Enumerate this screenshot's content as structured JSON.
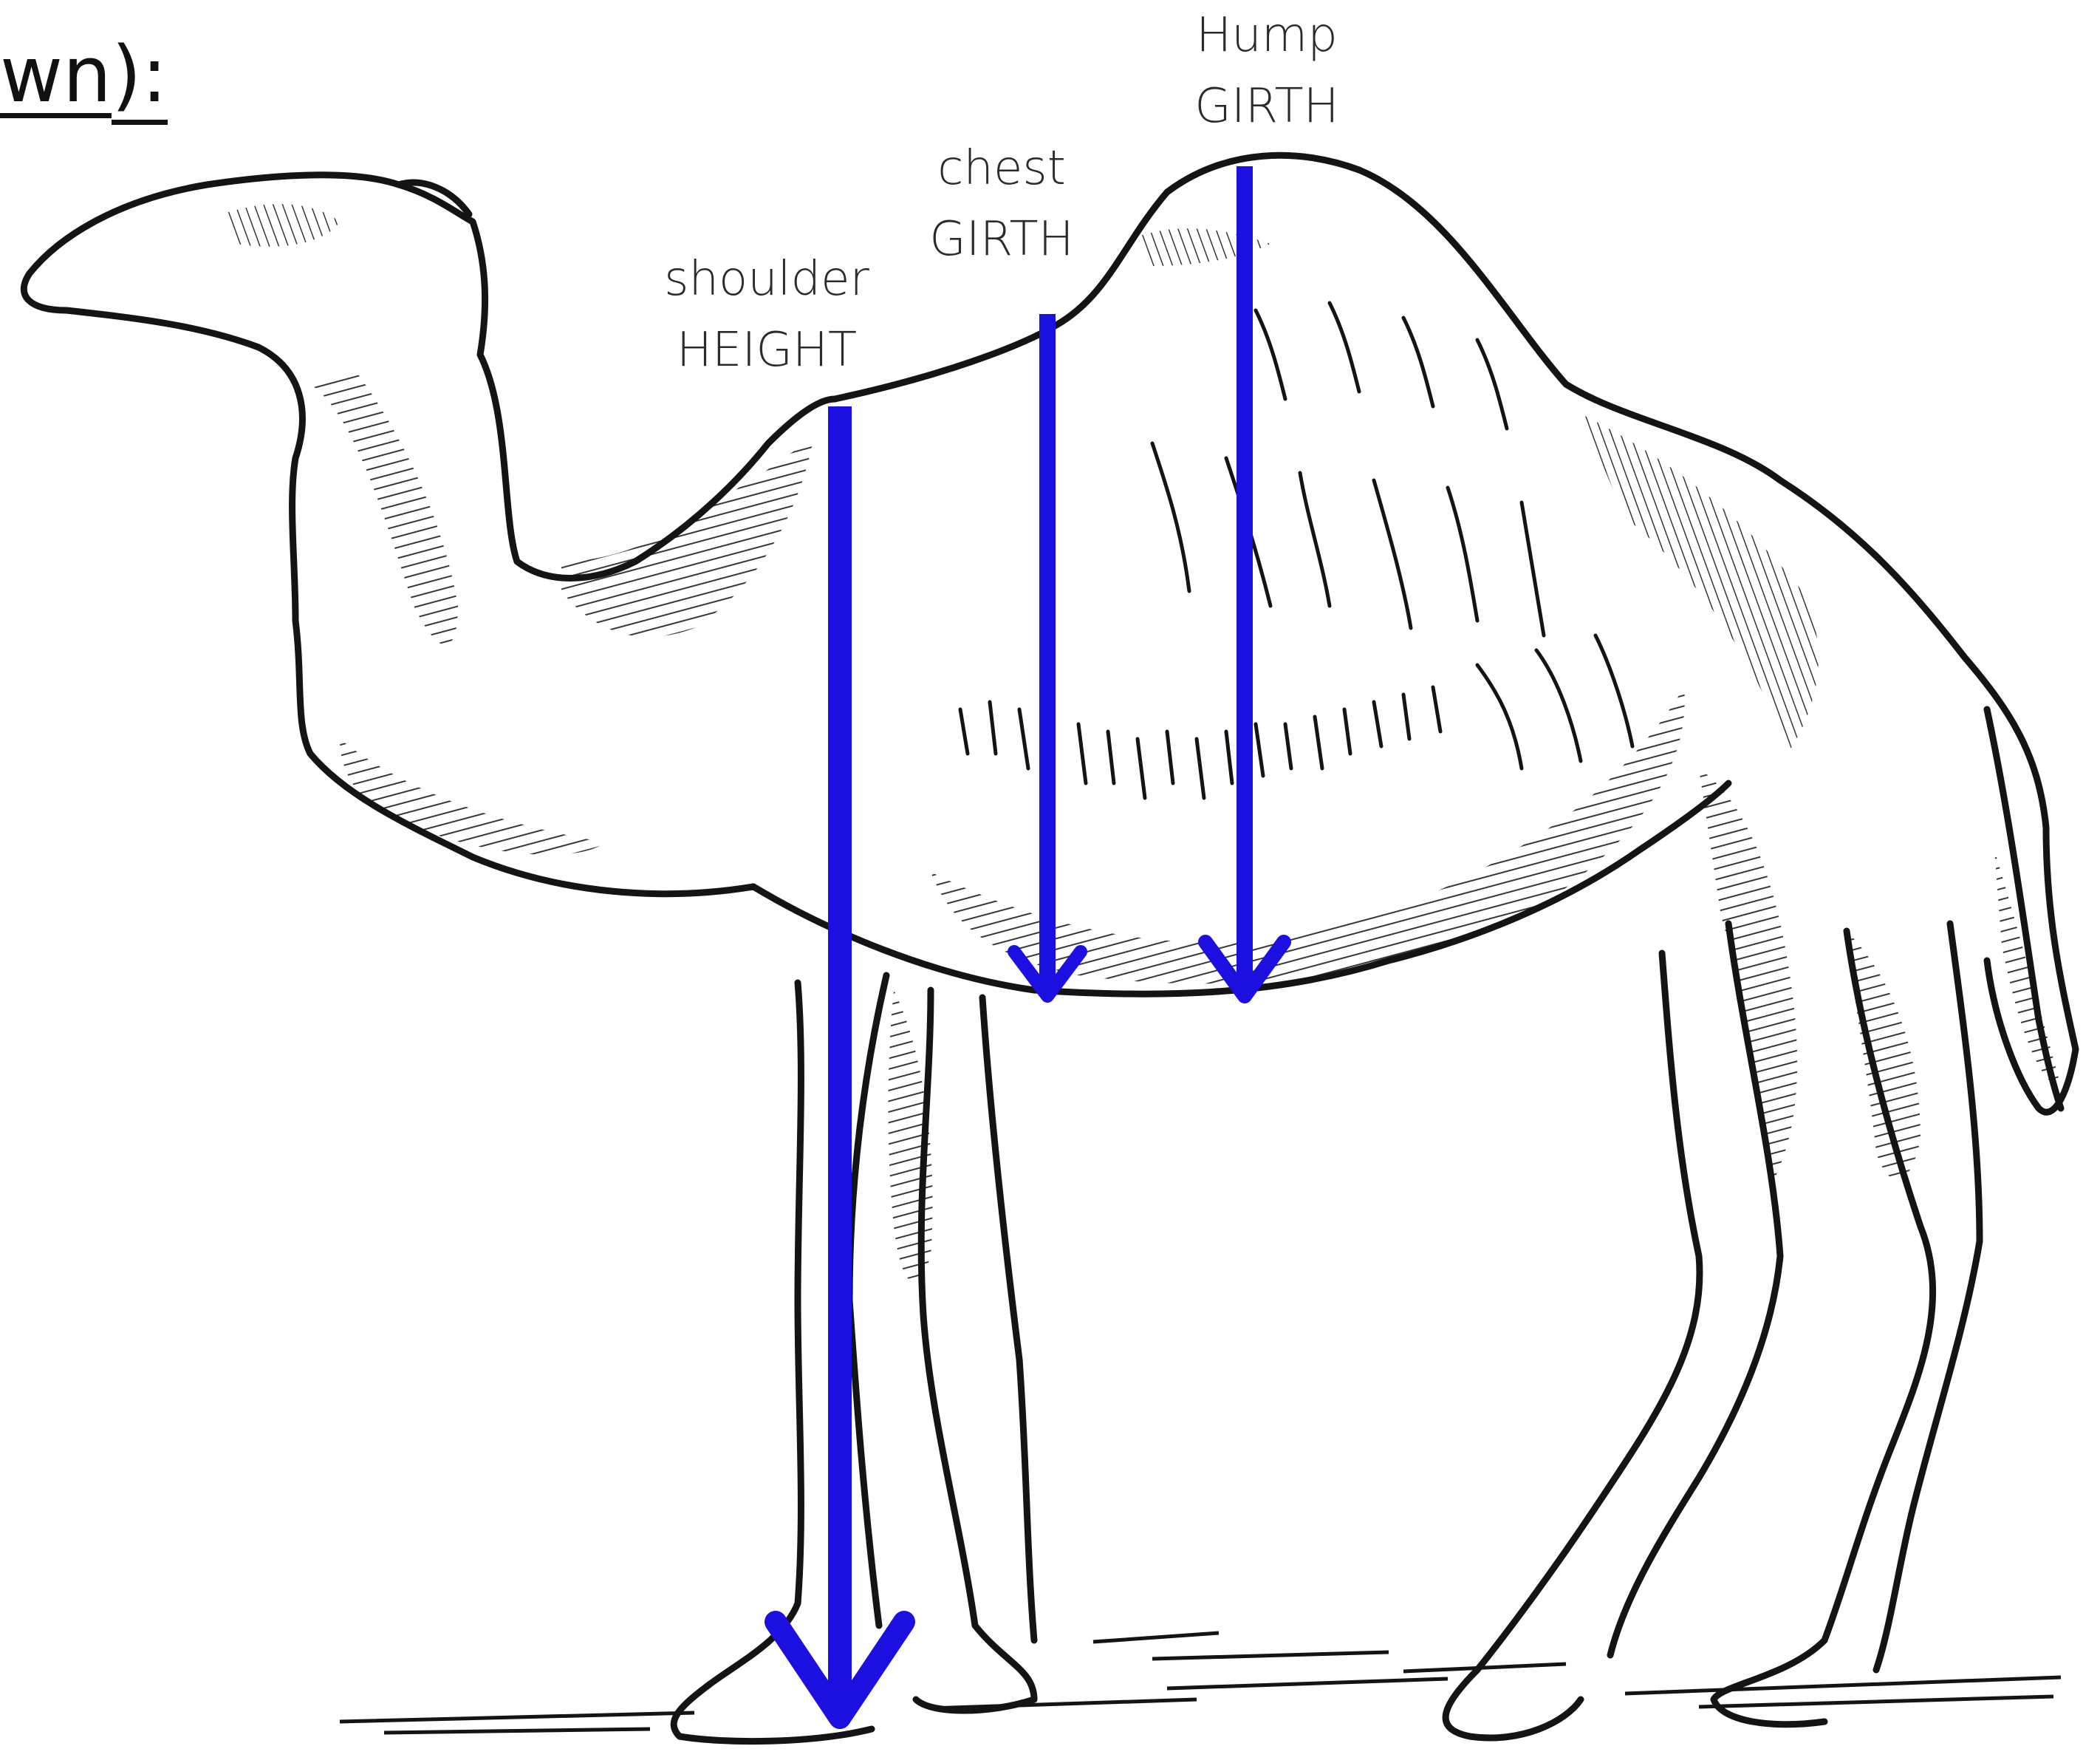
{
  "heading": {
    "fragment": "wn",
    "tail": "):"
  },
  "labels": {
    "shoulder": {
      "line1": "shoulder",
      "line2": "HEIGHT"
    },
    "chest": {
      "line1": "chest",
      "line2": "GIRTH"
    },
    "hump": {
      "line1": "Hump",
      "line2": "GIRTH"
    }
  },
  "colors": {
    "arrow": "#1c10e0",
    "ink": "#141414",
    "label_text": "#2b2b2b",
    "background": "#ffffff"
  },
  "illustration": {
    "subject": "dromedary camel",
    "style": "black-and-white engraving"
  }
}
